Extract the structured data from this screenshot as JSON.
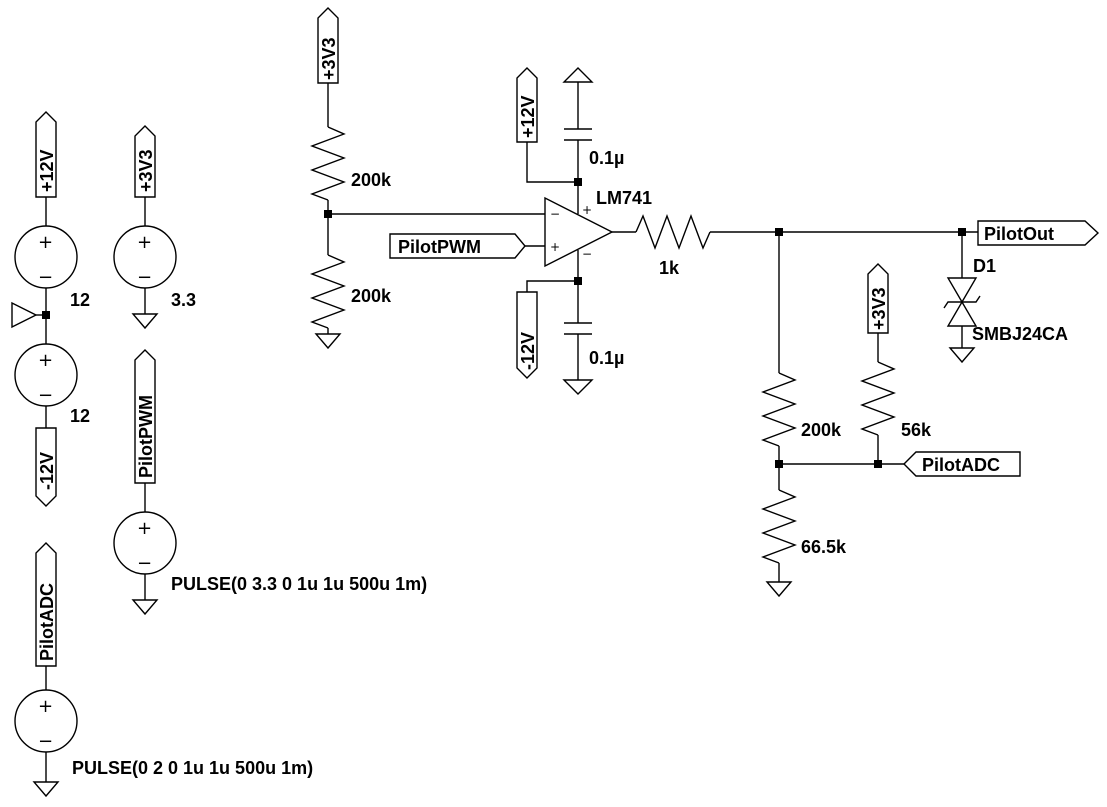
{
  "nets": {
    "p12v": "+12V",
    "p3v3": "+3V3",
    "n12v": "-12V",
    "pilot_pwm": "PilotPWM",
    "pilot_adc": "PilotADC",
    "pilot_out": "PilotOut"
  },
  "sources": {
    "v_pos": "12",
    "v_neg": "12",
    "v_3v3": "3.3",
    "v_pwm": "PULSE(0 3.3 0 1u 1u 500u 1m)",
    "v_adc": "PULSE(0 2 0 1u 1u 500u 1m)"
  },
  "parts": {
    "r_div_top": "200k",
    "r_div_bot": "200k",
    "r_series": "1k",
    "r_adc_top": "200k",
    "r_adc_bot": "66.5k",
    "r_pullup": "56k",
    "c_top": "0.1µ",
    "c_bot": "0.1µ",
    "opamp": "LM741",
    "diode_ref": "D1",
    "diode_val": "SMBJ24CA"
  },
  "symbols": {
    "plus": "+",
    "minus": "−"
  }
}
